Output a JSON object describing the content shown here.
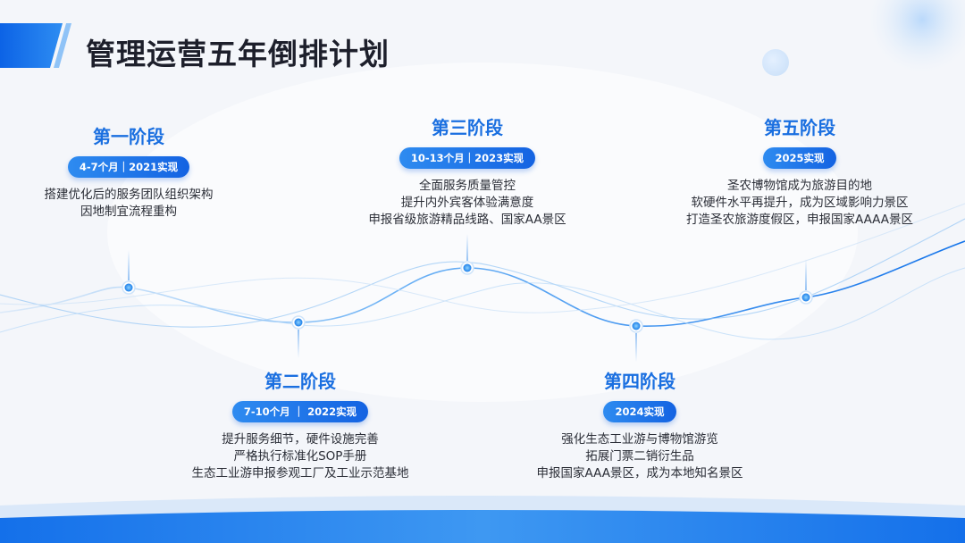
{
  "title": "管理运营五年倒排计划",
  "stages": [
    {
      "name": "第一阶段",
      "period": "4-7个月｜2021实现",
      "lines": [
        "搭建优化后的服务团队组织架构",
        "因地制宜流程重构"
      ]
    },
    {
      "name": "第二阶段",
      "period": "7-10个月 ｜ 2022实现",
      "lines": [
        "提升服务细节，硬件设施完善",
        "严格执行标准化SOP手册",
        "生态工业游申报参观工厂及工业示范基地"
      ]
    },
    {
      "name": "第三阶段",
      "period": "10-13个月｜2023实现",
      "lines": [
        "全面服务质量管控",
        "提升内外宾客体验满意度",
        "申报省级旅游精品线路、国家AA景区"
      ]
    },
    {
      "name": "第四阶段",
      "period": "2024实现",
      "lines": [
        "强化生态工业游与博物馆游览",
        "拓展门票二销衍生品",
        "申报国家AAA景区，成为本地知名景区"
      ]
    },
    {
      "name": "第五阶段",
      "period": "2025实现",
      "lines": [
        "圣农博物馆成为旅游目的地",
        "软硬件水平再提升，成为区域影响力景区",
        "打造圣农旅游度假区，申报国家AAAA景区"
      ]
    }
  ],
  "colors": {
    "accent": "#1a6fe0",
    "title": "#1d1f2b",
    "text": "#2a2d36",
    "background": "#f4f6fa"
  }
}
